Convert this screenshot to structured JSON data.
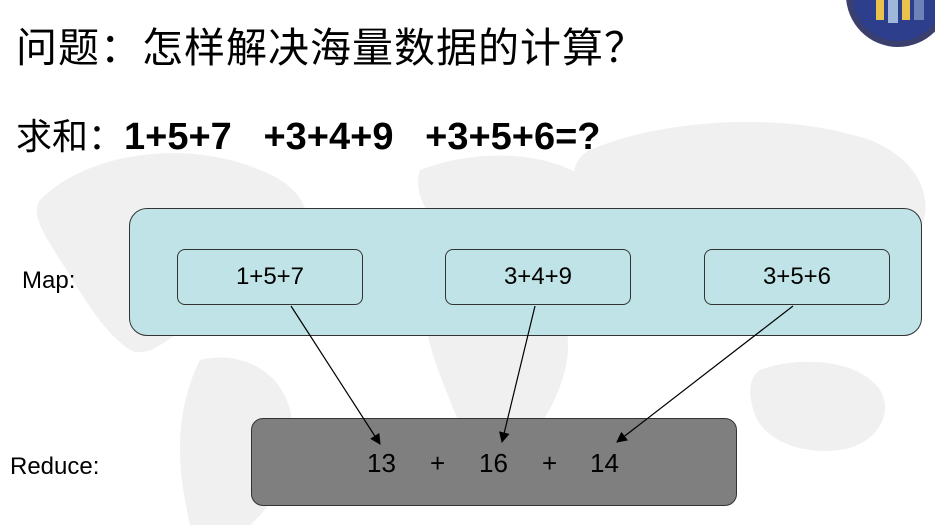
{
  "title": "问题：怎样解决海量数据的计算？",
  "sum": {
    "label": "求和：",
    "expression": "1+5+7   +3+4+9   +3+5+6=?"
  },
  "map": {
    "label": "Map:",
    "items": [
      "1+5+7",
      "3+4+9",
      "3+5+6"
    ]
  },
  "reduce": {
    "label": "Reduce:",
    "values": [
      "13",
      "16",
      "14"
    ],
    "operator": "+"
  },
  "colors": {
    "map_fill": "#bfe3e6",
    "reduce_fill": "#7f7f7f",
    "border": "#333333"
  }
}
